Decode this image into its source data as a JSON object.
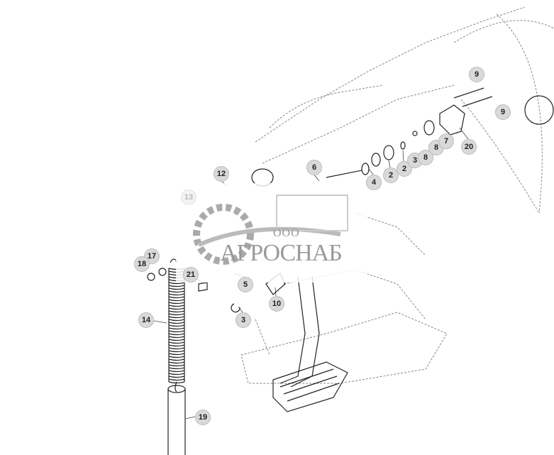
{
  "diagram": {
    "callouts": [
      {
        "id": "12"
      },
      {
        "id": "13",
        "faint": true
      },
      {
        "id": "6"
      },
      {
        "id": "4"
      },
      {
        "id": "2"
      },
      {
        "id": "2"
      },
      {
        "id": "3"
      },
      {
        "id": "8"
      },
      {
        "id": "8"
      },
      {
        "id": "7"
      },
      {
        "id": "9"
      },
      {
        "id": "9"
      },
      {
        "id": "20"
      },
      {
        "id": "17"
      },
      {
        "id": "18"
      },
      {
        "id": "21"
      },
      {
        "id": "5"
      },
      {
        "id": "3"
      },
      {
        "id": "10"
      },
      {
        "id": "14"
      },
      {
        "id": "19"
      }
    ]
  },
  "watermark": {
    "prefix": "ООО",
    "name": "АГРОСНАБ"
  },
  "colors": {
    "line": "#222222",
    "callout_fill": "#d9d9d9",
    "watermark": "#9a9a9a"
  }
}
